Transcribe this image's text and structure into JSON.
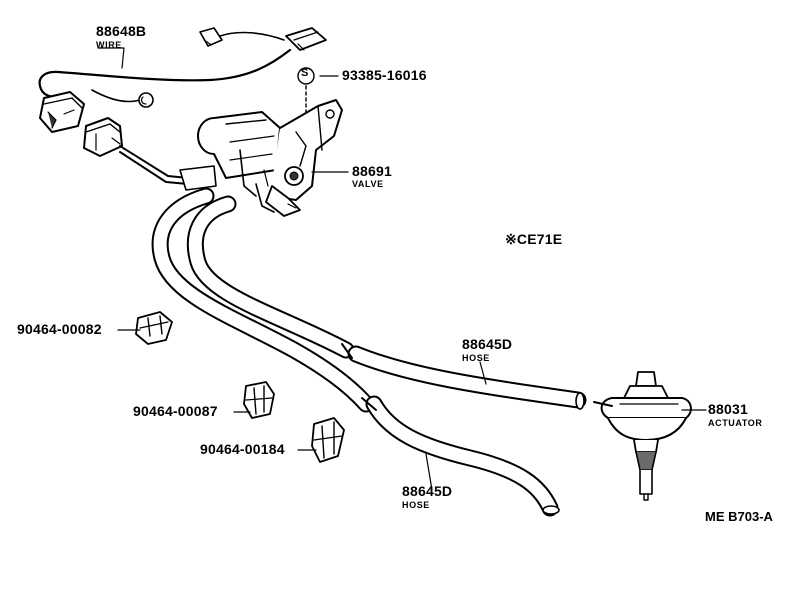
{
  "diagram": {
    "parts": {
      "wire": {
        "number": "88648B",
        "label": "WIRE"
      },
      "screw": {
        "symbol": "S",
        "number": "93385-16016"
      },
      "valve": {
        "number": "88691",
        "label": "VALVE"
      },
      "clamp_a": {
        "number": "90464-00082"
      },
      "clamp_b": {
        "number": "90464-00087"
      },
      "clamp_c": {
        "number": "90464-00184"
      },
      "hose_upper": {
        "number": "88645D",
        "label": "HOSE"
      },
      "hose_lower": {
        "number": "88645D",
        "label": "HOSE"
      },
      "actuator": {
        "number": "88031",
        "label": "ACTUATOR"
      }
    },
    "engine_code": "※CE71E",
    "figure_ref": "ME B703-A",
    "colors": {
      "ink": "#000000",
      "paper": "#ffffff",
      "shade": "#6b6b6b"
    }
  }
}
